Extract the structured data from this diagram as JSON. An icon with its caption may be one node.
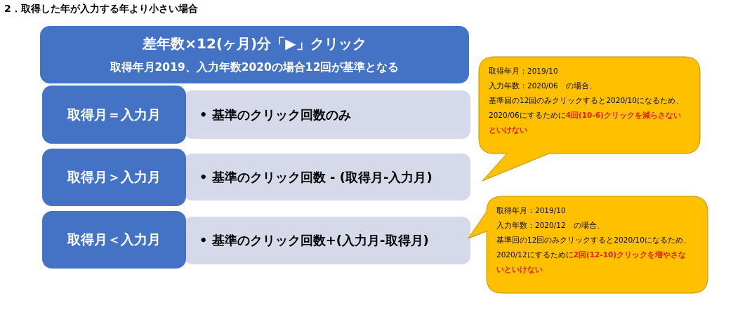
{
  "diagram": {
    "title": "2．取得した年が入力する年より小さい場合",
    "nodes": [
      {
        "text": [
          "差年数×12(ヶ月)分「▶」クリック",
          "取得年月2019、入力年数2020の場合12回が基準となる"
        ]
      },
      {
        "text": [
          "取得月＝入力月"
        ]
      },
      {
        "text": [
          "• 基準のクリック回数のみ"
        ]
      },
      {
        "text": [
          "取得月＞入力月"
        ]
      },
      {
        "text": [
          "• 基準のクリック回数 - (取得月-入力月)"
        ]
      },
      {
        "text": [
          "取得月＜入力月"
        ]
      },
      {
        "text": [
          "• 基準のクリック回数+(入力月-取得月)"
        ]
      },
      {
        "text": [
          "取得年月：2019/10",
          "入力年数：2020/06　の場合、",
          "基準回の12回のみクリックすると2020/10になるため、2020/06にするために**4回(10-6)クリックを減らさないといけない**"
        ]
      },
      {
        "text": [
          "取得年月：2019/10",
          "入力年数：2020/12　の場合、",
          "基準回の12回のみクリックすると2020/10になるため、2020/12にするために**2回(12-10)クリックを増やさないといけない**"
        ]
      }
    ],
    "edges": []
  }
}
